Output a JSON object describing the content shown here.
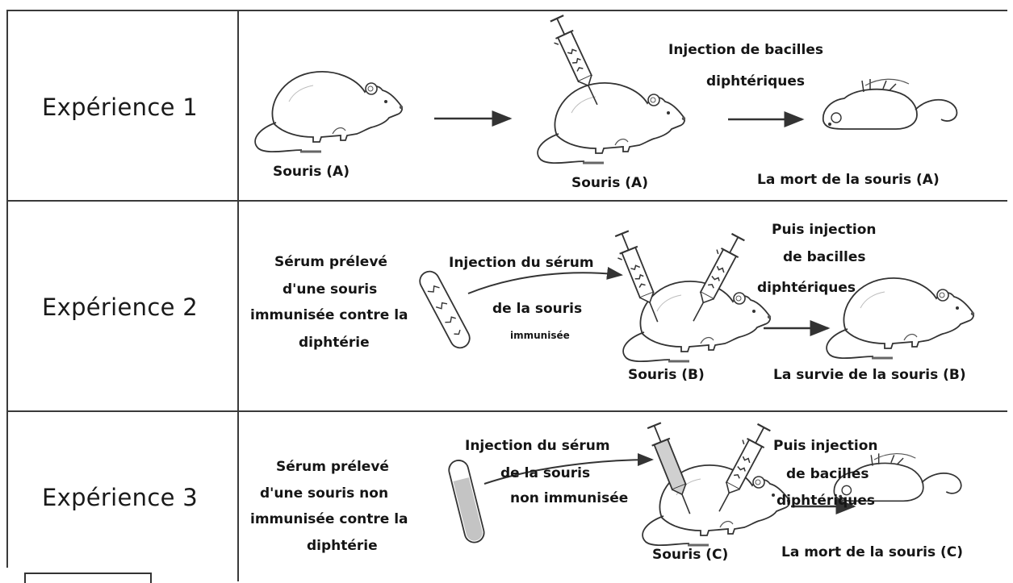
{
  "rows": [
    {
      "title": "Expérience 1"
    },
    {
      "title": "Expérience 2"
    },
    {
      "title": "Expérience 3"
    }
  ],
  "exp1": {
    "mouse_a1": "Souris (A)",
    "mouse_a2": "Souris (A)",
    "injection": [
      "Injection de bacilles",
      "diphtériques"
    ],
    "result": "La mort de la souris (A)"
  },
  "exp2": {
    "serum": [
      "Sérum prélevé",
      "d'une souris",
      "immunisée contre la",
      "diphtérie"
    ],
    "injection_serum_1": "Injection du sérum",
    "injection_serum_2": "de la souris",
    "injection_serum_3": "immunisée",
    "then_injection": [
      "Puis injection",
      "de bacilles",
      "diphtériques"
    ],
    "mouse": "Souris (B)",
    "result": "La survie de la souris (B)"
  },
  "exp3": {
    "serum": [
      "Sérum prélevé",
      "d'une souris non",
      "immunisée contre la",
      "diphtérie"
    ],
    "injection_serum_1": "Injection du sérum",
    "injection_serum_2": "de la souris",
    "injection_serum_3": "non immunisée",
    "then_injection": [
      "Puis injection",
      "de bacilles",
      "diphtériques"
    ],
    "mouse": "Souris (C)",
    "result": "La mort de la souris (C)"
  }
}
